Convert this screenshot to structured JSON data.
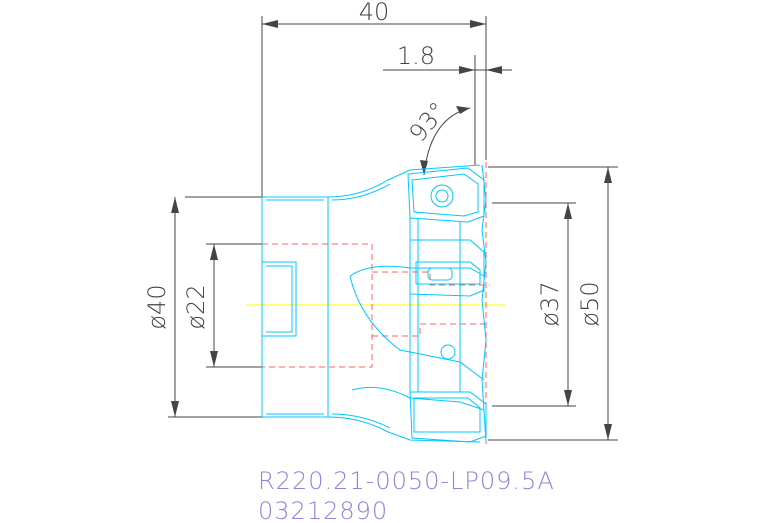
{
  "colors": {
    "background": "#ffffff",
    "dimension": "#444444",
    "outline": "#00c8ff",
    "hidden": "#ff6060",
    "centerline": "#ffff00",
    "label": "#8888d8"
  },
  "dimensions": {
    "width_top": "40",
    "offset": "1.8",
    "angle": "93°",
    "dia_40": "ø40",
    "dia_22": "ø22",
    "dia_37": "ø37",
    "dia_50": "ø50"
  },
  "part": {
    "code": "R220.21-0050-LP09.5A",
    "number": "03212890"
  }
}
